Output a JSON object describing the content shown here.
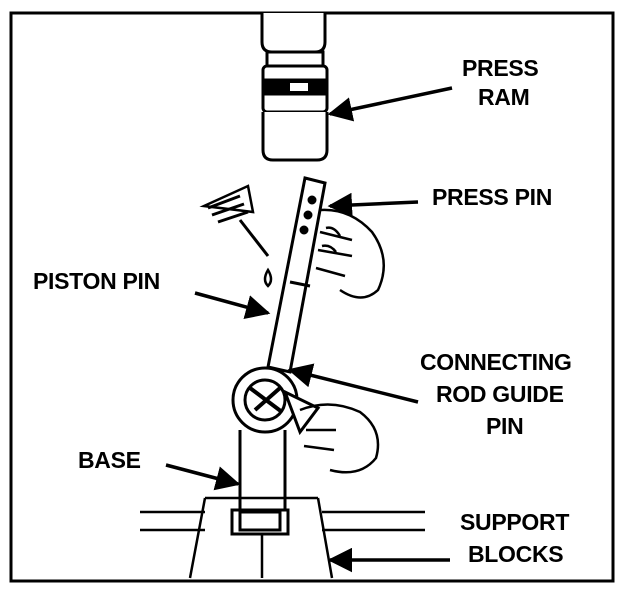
{
  "labels": {
    "press_ram_1": "PRESS",
    "press_ram_2": "RAM",
    "press_pin": "PRESS PIN",
    "piston_pin": "PISTON PIN",
    "connecting_1": "CONNECTING",
    "connecting_2": "ROD GUIDE",
    "connecting_3": "PIN",
    "base": "BASE",
    "support_1": "SUPPORT",
    "support_2": "BLOCKS"
  },
  "colors": {
    "ink": "#000000",
    "paper": "#ffffff"
  }
}
